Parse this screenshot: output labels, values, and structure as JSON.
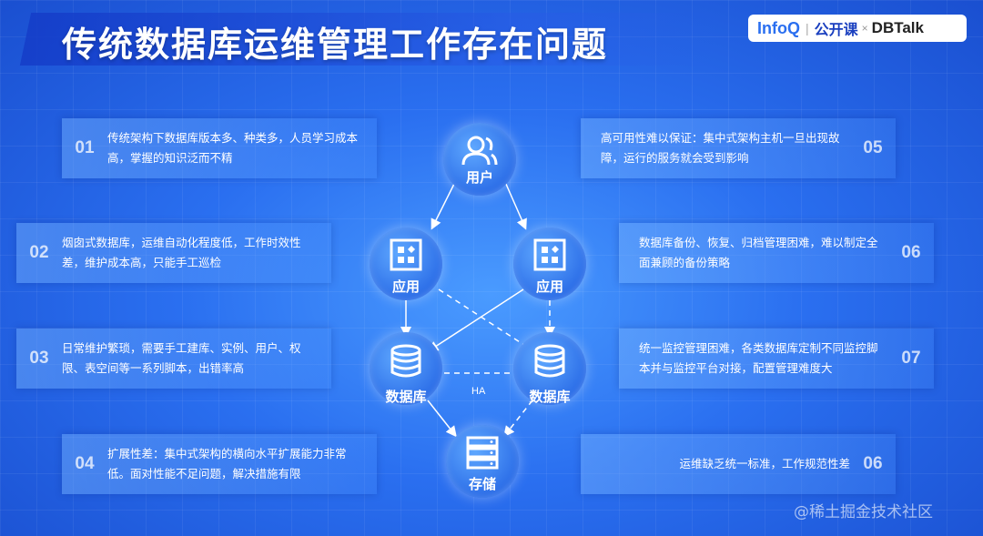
{
  "title": "传统数据库运维管理工作存在问题",
  "logos": {
    "infoq": "InfoQ",
    "gongkaike": "公开课",
    "x": "×",
    "dbtalk": "DBTalk"
  },
  "cards": [
    {
      "num": "01",
      "text": "传统架构下数据库版本多、种类多，人员学习成本高，掌握的知识泛而不精"
    },
    {
      "num": "02",
      "text": "烟囱式数据库，运维自动化程度低，工作时效性差，维护成本高，只能手工巡检"
    },
    {
      "num": "03",
      "text": "日常维护繁琐，需要手工建库、实例、用户、权限、表空间等一系列脚本，出错率高"
    },
    {
      "num": "04",
      "text": "扩展性差：集中式架构的横向水平扩展能力非常低。面对性能不足问题，解决措施有限"
    },
    {
      "num": "05",
      "text": "高可用性难以保证：集中式架构主机一旦出现故障，运行的服务就会受到影响"
    },
    {
      "num": "06",
      "text": "数据库备份、恢复、归档管理困难，难以制定全面兼顾的备份策略"
    },
    {
      "num": "07",
      "text": "统一监控管理困难，各类数据库定制不同监控脚本并与监控平台对接，配置管理难度大"
    },
    {
      "num": "06",
      "text": "运维缺乏统一标准，工作规范性差"
    }
  ],
  "nodes": {
    "user": "用户",
    "app_left": "应用",
    "app_right": "应用",
    "db_left": "数据库",
    "db_right": "数据库",
    "storage": "存储"
  },
  "ha_label": "HA",
  "watermark": "@稀土掘金技术社区"
}
